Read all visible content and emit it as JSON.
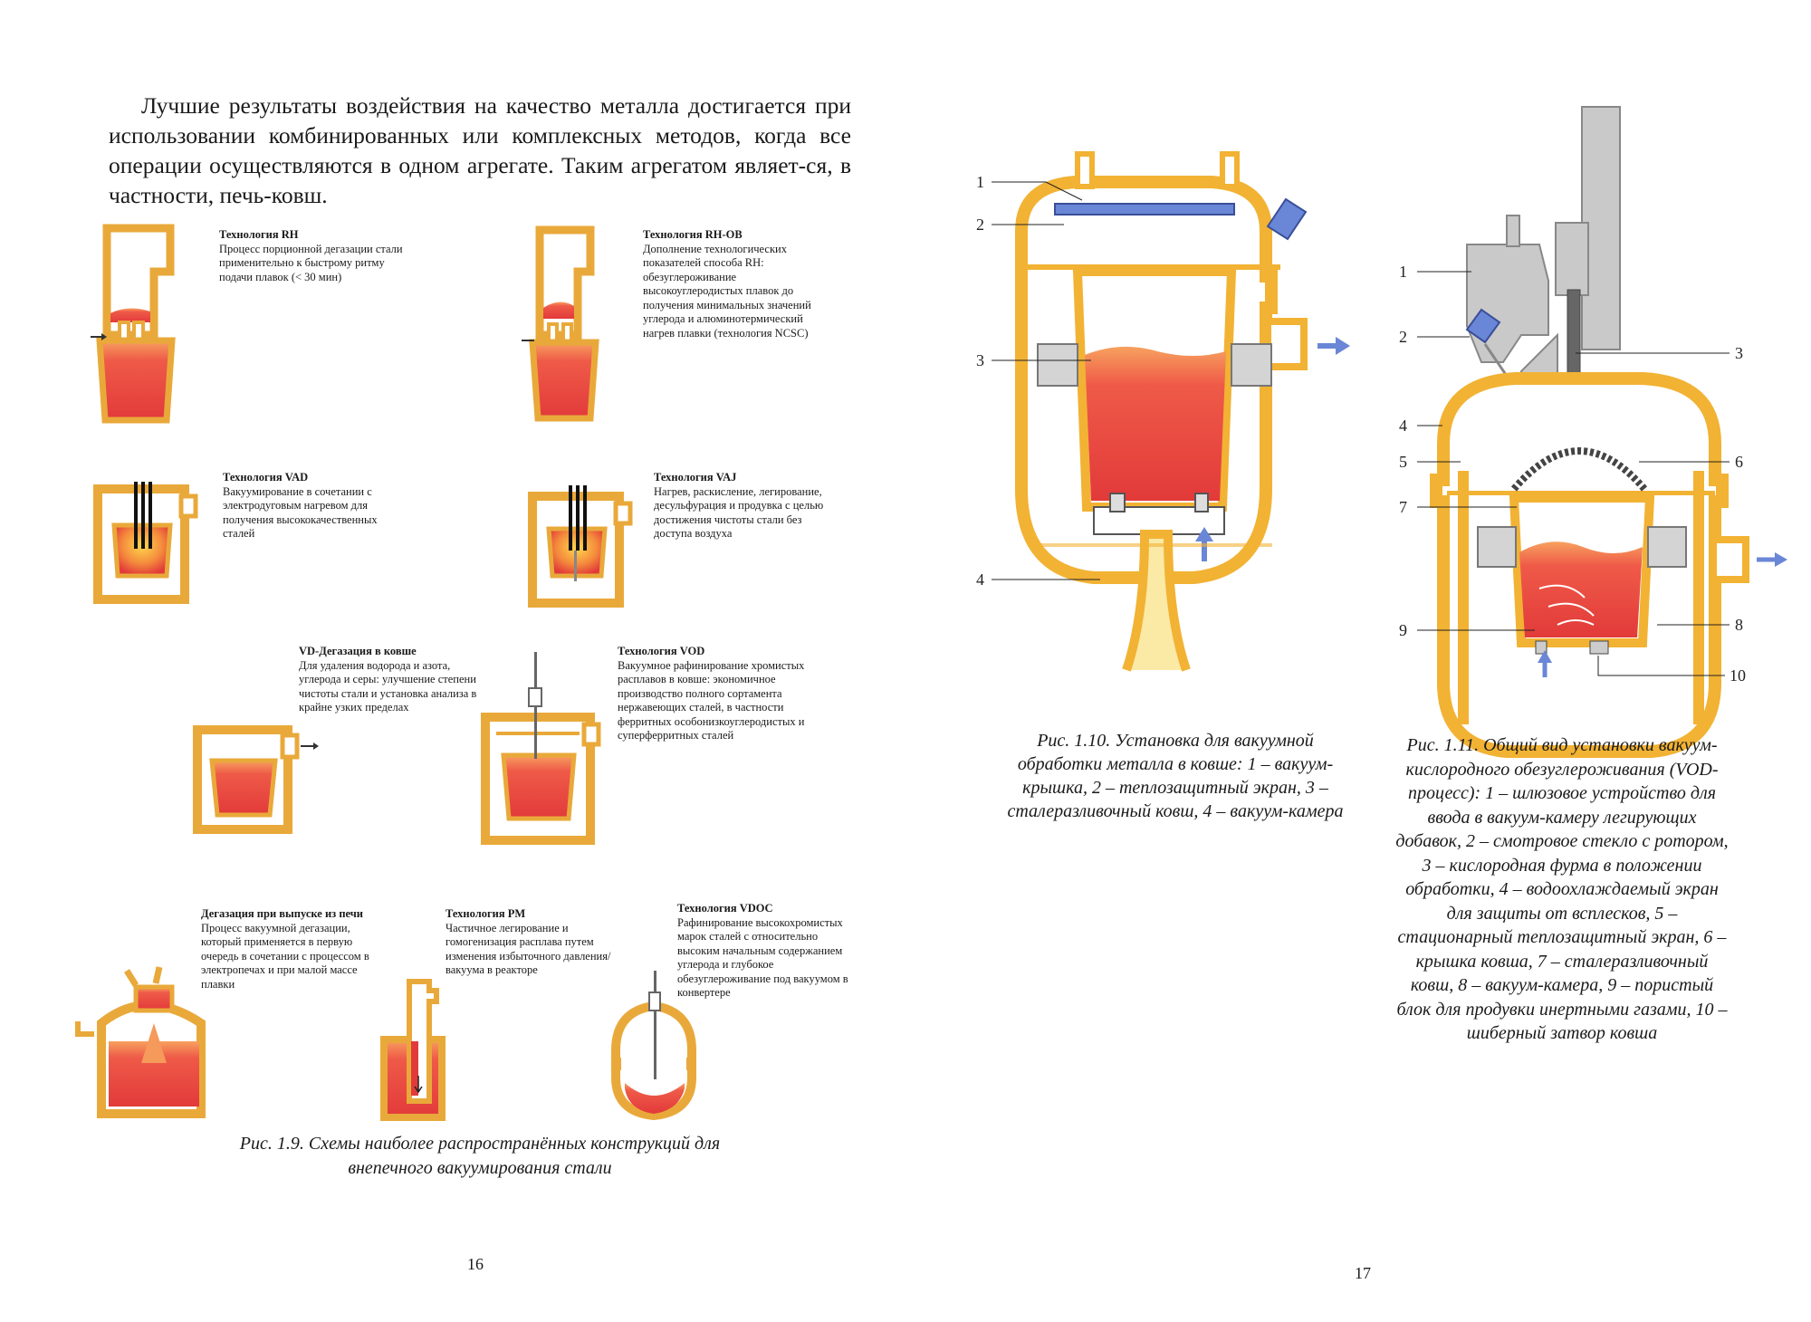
{
  "intro_text": "Лучшие результаты воздействия на качество металла достигается при использовании комбинированных или комплексных методов, когда все операции осуществляются в одном агрегате. Таким агрегатом являет-ся, в частности, печь-ковш.",
  "schemes": [
    {
      "title": "Технология RH",
      "desc": "Процесс порционной дегазации стали применительно к быстрому ритму подачи плавок (< 30 мин)"
    },
    {
      "title": "Технология RH-OB",
      "desc": "Дополнение технологических показателей способа RH: обезуглероживание высокоуглеродистых плавок до получения минимальных значений углерода и алюминотермический нагрев плавки (технология NCSC)"
    },
    {
      "title": "Технология VAD",
      "desc": "Вакуумирование в сочетании с электродуговым нагревом для получения высококачественных сталей"
    },
    {
      "title": "Технология VAJ",
      "desc": "Нагрев, раскисление, легирование, десульфурация и продувка с целью достижения чистоты стали без доступа воздуха"
    },
    {
      "title": "VD-Дегазация в ковше",
      "desc": "Для удаления водорода и азота, углерода и серы: улучшение степени чистоты стали и установка анализа в крайне узких пределах"
    },
    {
      "title": "Технология VOD",
      "desc": "Вакуумное рафинирование хромистых расплавов в ковше: экономичное производство полного сортамента нержавеющих сталей, в частности ферритных особонизкоуглеродистых и суперферритных сталей"
    },
    {
      "title": "Дегазация при выпуске из печи",
      "desc": "Процесс вакуумной дегазации, который применяется в первую очередь в сочетании с процессом в электропечах и при малой массе плавки"
    },
    {
      "title": "Технология PM",
      "desc": "Частичное легирование и гомогенизация расплава путем изменения избыточного давления/вакуума в реакторе"
    },
    {
      "title": "Технология VDOC",
      "desc": "Рафинирование высокохромистых марок сталей с относительно высоким начальным содержанием углерода и глубокое обезуглероживание под вакуумом в конвертере"
    }
  ],
  "caption_1_9": "Рис. 1.9. Схемы наиболее распространённых конструкций для внепечного вакуумирования стали",
  "caption_1_10": "Рис. 1.10. Установка для вакуумной обработки металла в ковше: 1 – вакуум-крышка, 2 – теплозащитный экран, 3 – сталеразливочный ковш, 4 – вакуум-камера",
  "caption_1_11": "Рис. 1.11. Общий вид установки вакуум-кислородного обезуглероживания (VOD-процесс): 1 – шлюзовое устройство для ввода в вакуум-камеру легирующих добавок, 2 – смотровое стекло с ротором, 3 – кислородная фурма в положении обработки, 4 – водоохлаждаемый экран для защиты от всплесков, 5 – стационарный теплозащитный экран, 6 – крышка ковша, 7 – сталеразливочный ковш, 8 – вакуум-камера, 9 – пористый блок для продувки инертными газами, 10 – шиберный затвор ковша",
  "fig10_labels": [
    "1",
    "2",
    "3",
    "4"
  ],
  "fig11_labels": [
    "1",
    "2",
    "3",
    "4",
    "5",
    "6",
    "7",
    "8",
    "9",
    "10"
  ],
  "page_left": "16",
  "page_right": "17",
  "colors": {
    "shell": "#f2b233",
    "shell_fill": "#fbe9a6",
    "melt": "#ea3d3d",
    "melt_top": "#f59a5a",
    "blue": "#6a86d6",
    "grey": "#c9c9c9"
  }
}
